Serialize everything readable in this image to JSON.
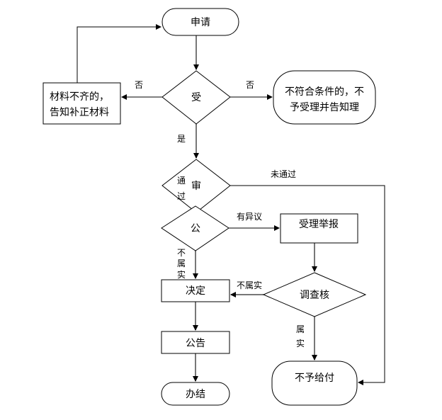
{
  "nodes": {
    "apply": "申请",
    "accept": "受",
    "incomplete": [
      "材料不齐的，",
      "告知补正材料"
    ],
    "reject": [
      "不符合条件的，不",
      "予受理并告知理"
    ],
    "review": "审",
    "publicize": "公",
    "report": "受理举报",
    "investigate": "调查核",
    "decision": "决定",
    "announce": "公告",
    "done": "办结",
    "deny": "不予给付"
  },
  "labels": {
    "no_left": "否",
    "no_right": "否",
    "yes": "是",
    "not_passed": "未通过",
    "passed": [
      "通",
      "过"
    ],
    "objection": "有异议",
    "untrue_vertical": [
      "不",
      "属",
      "实"
    ],
    "untrue": "不属实",
    "true": [
      "属",
      "实"
    ]
  }
}
